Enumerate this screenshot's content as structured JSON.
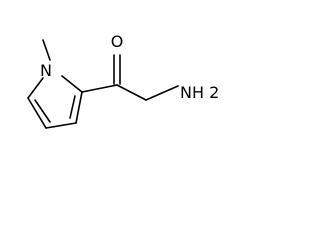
{
  "molecule": {
    "atoms": {
      "nitrogen_ring": "N",
      "oxygen": "O",
      "amine": "NH",
      "amine_subscript": "2"
    }
  }
}
